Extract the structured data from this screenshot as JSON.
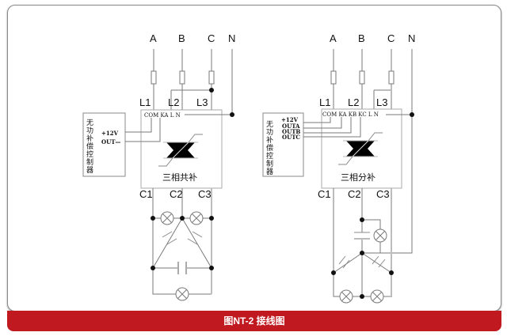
{
  "phases": [
    "A",
    "B",
    "C",
    "N"
  ],
  "line_terminals": [
    "L1",
    "L2",
    "L3"
  ],
  "load_terminals": [
    "C1",
    "C2",
    "C3"
  ],
  "left": {
    "controller_name": "无功补偿控制器",
    "controller_outputs": [
      "+12V",
      "OUT—"
    ],
    "module_terminals": "COM KA L N",
    "module_title": "三相共补"
  },
  "right": {
    "controller_name": "无功补偿控制器",
    "controller_outputs": [
      "+12V",
      "OUTA",
      "OUTB",
      "OUTC"
    ],
    "module_terminals": "COM KA KB KC L N",
    "module_title": "三相分补"
  },
  "caption": "图NT-2  接线图",
  "colors": {
    "caption_bar": "#c01920",
    "wire": "#7a7a7a"
  }
}
